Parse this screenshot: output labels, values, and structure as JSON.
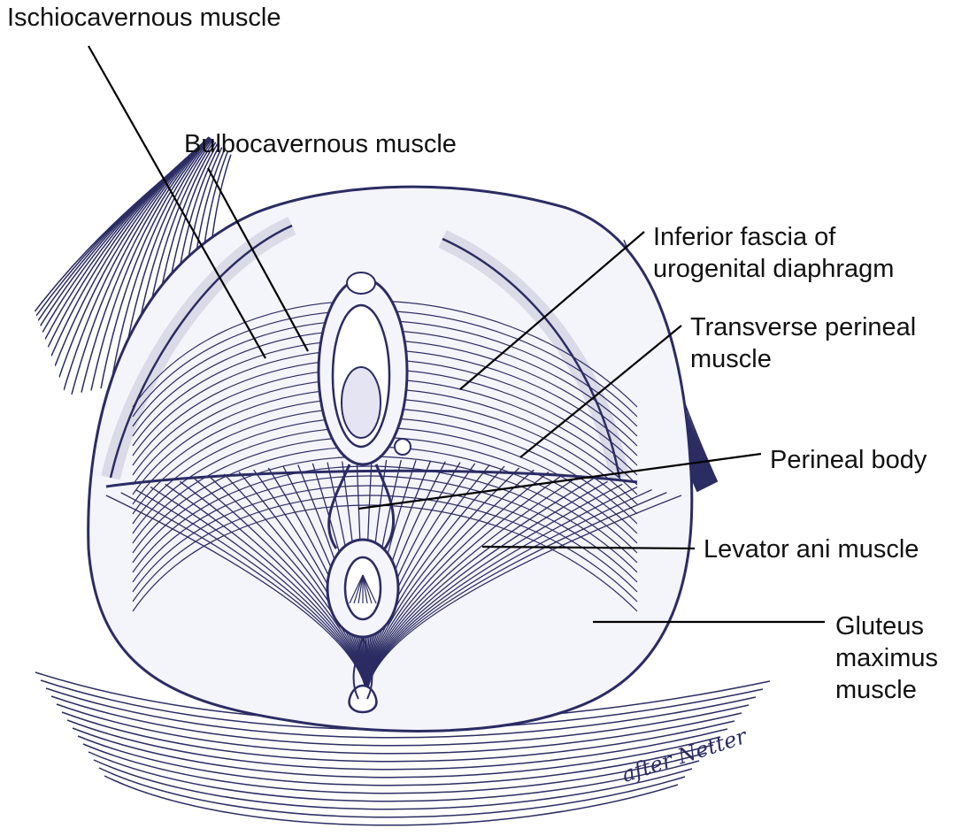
{
  "colors": {
    "ink": "#2b2c63",
    "fill": "#f4f4fb",
    "label": "#111111",
    "leader": "#000000"
  },
  "labels": {
    "ischiocavernous": "Ischiocavernous muscle",
    "bulbocavernous": "Bulbocavernous muscle",
    "inferior_fascia_line1": "Inferior fascia of",
    "inferior_fascia_line2": "urogenital diaphragm",
    "transverse_line1": "Transverse perineal",
    "transverse_line2": "muscle",
    "perineal_body": "Perineal body",
    "levator_ani": "Levator ani muscle",
    "gluteus_line1": "Gluteus",
    "gluteus_line2": "maximus",
    "gluteus_line3": "muscle"
  },
  "signature": "after Netter"
}
